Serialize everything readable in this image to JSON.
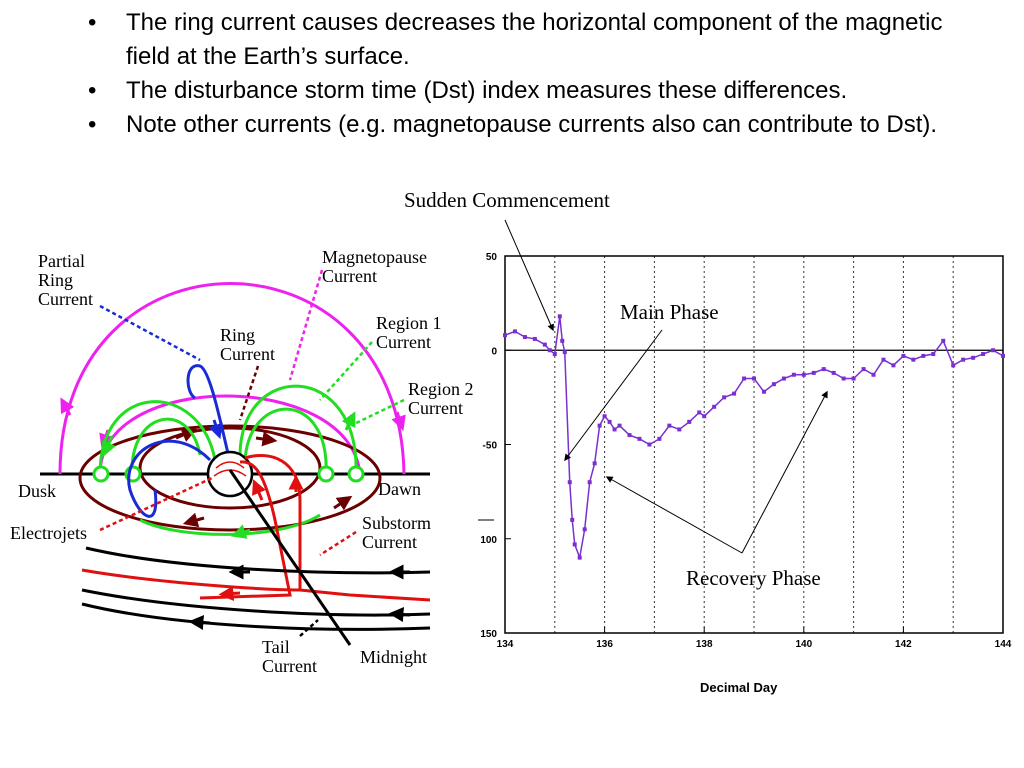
{
  "bullets": [
    {
      "text": "The ring current causes decreases  the horizontal component of the  magnetic field at the Earth’s surface."
    },
    {
      "text": "The disturbance storm time (Dst) index measures these differences."
    },
    {
      "text": "Note other currents (e.g. magnetopause currents also can contribute to Dst)."
    }
  ],
  "diagram": {
    "labels": {
      "partial_ring_current": [
        "Partial",
        "Ring",
        "Current"
      ],
      "magnetopause_current": [
        "Magnetopause",
        "Current"
      ],
      "ring_current": [
        "Ring",
        "Current"
      ],
      "region1_current": [
        "Region 1",
        "Current"
      ],
      "region2_current": [
        "Region 2",
        "Current"
      ],
      "dusk": "Dusk",
      "dawn": "Dawn",
      "electrojets": "Electrojets",
      "substorm_current": [
        "Substorm",
        "Current"
      ],
      "tail_current": [
        "Tail",
        "Current"
      ],
      "midnight": "Midnight"
    },
    "colors": {
      "magnetopause": "#ee22ee",
      "region1": "#22dd22",
      "region2": "#1a2bd6",
      "ring": "#6b0000",
      "substorm": "#e01010",
      "tail": "#000000"
    }
  },
  "annotations": {
    "sudden_commencement": "Sudden Commencement",
    "main_phase": "Main Phase",
    "recovery_phase": "Recovery Phase"
  },
  "chart_data": {
    "type": "line",
    "xlabel": "Decimal Day",
    "ylabel": "",
    "xlim": [
      134,
      144
    ],
    "ylim": [
      -150,
      50
    ],
    "x_ticks": [
      "134",
      "136",
      "138",
      "140",
      "142",
      "144"
    ],
    "y_ticks": [
      "50",
      "0",
      "-50",
      "100",
      "150"
    ],
    "series_color": "#7a2fd0",
    "x": [
      134.0,
      134.2,
      134.4,
      134.6,
      134.8,
      134.9,
      135.0,
      135.1,
      135.15,
      135.2,
      135.3,
      135.35,
      135.4,
      135.5,
      135.6,
      135.7,
      135.8,
      135.9,
      136.0,
      136.1,
      136.2,
      136.3,
      136.5,
      136.7,
      136.9,
      137.1,
      137.3,
      137.5,
      137.7,
      137.9,
      138.0,
      138.2,
      138.4,
      138.6,
      138.8,
      139.0,
      139.2,
      139.4,
      139.6,
      139.8,
      140.0,
      140.2,
      140.4,
      140.6,
      140.8,
      141.0,
      141.2,
      141.4,
      141.6,
      141.8,
      142.0,
      142.2,
      142.4,
      142.6,
      142.8,
      143.0,
      143.2,
      143.4,
      143.6,
      143.8,
      144.0
    ],
    "y": [
      8,
      10,
      7,
      6,
      3,
      0,
      -2,
      18,
      5,
      -1,
      -70,
      -90,
      -103,
      -110,
      -95,
      -70,
      -60,
      -40,
      -35,
      -38,
      -42,
      -40,
      -45,
      -47,
      -50,
      -47,
      -40,
      -42,
      -38,
      -33,
      -35,
      -30,
      -25,
      -23,
      -15,
      -15,
      -22,
      -18,
      -15,
      -13,
      -13,
      -12,
      -10,
      -12,
      -15,
      -15,
      -10,
      -13,
      -5,
      -8,
      -3,
      -5,
      -3,
      -2,
      5,
      -8,
      -5,
      -4,
      -2,
      0,
      -3
    ]
  }
}
